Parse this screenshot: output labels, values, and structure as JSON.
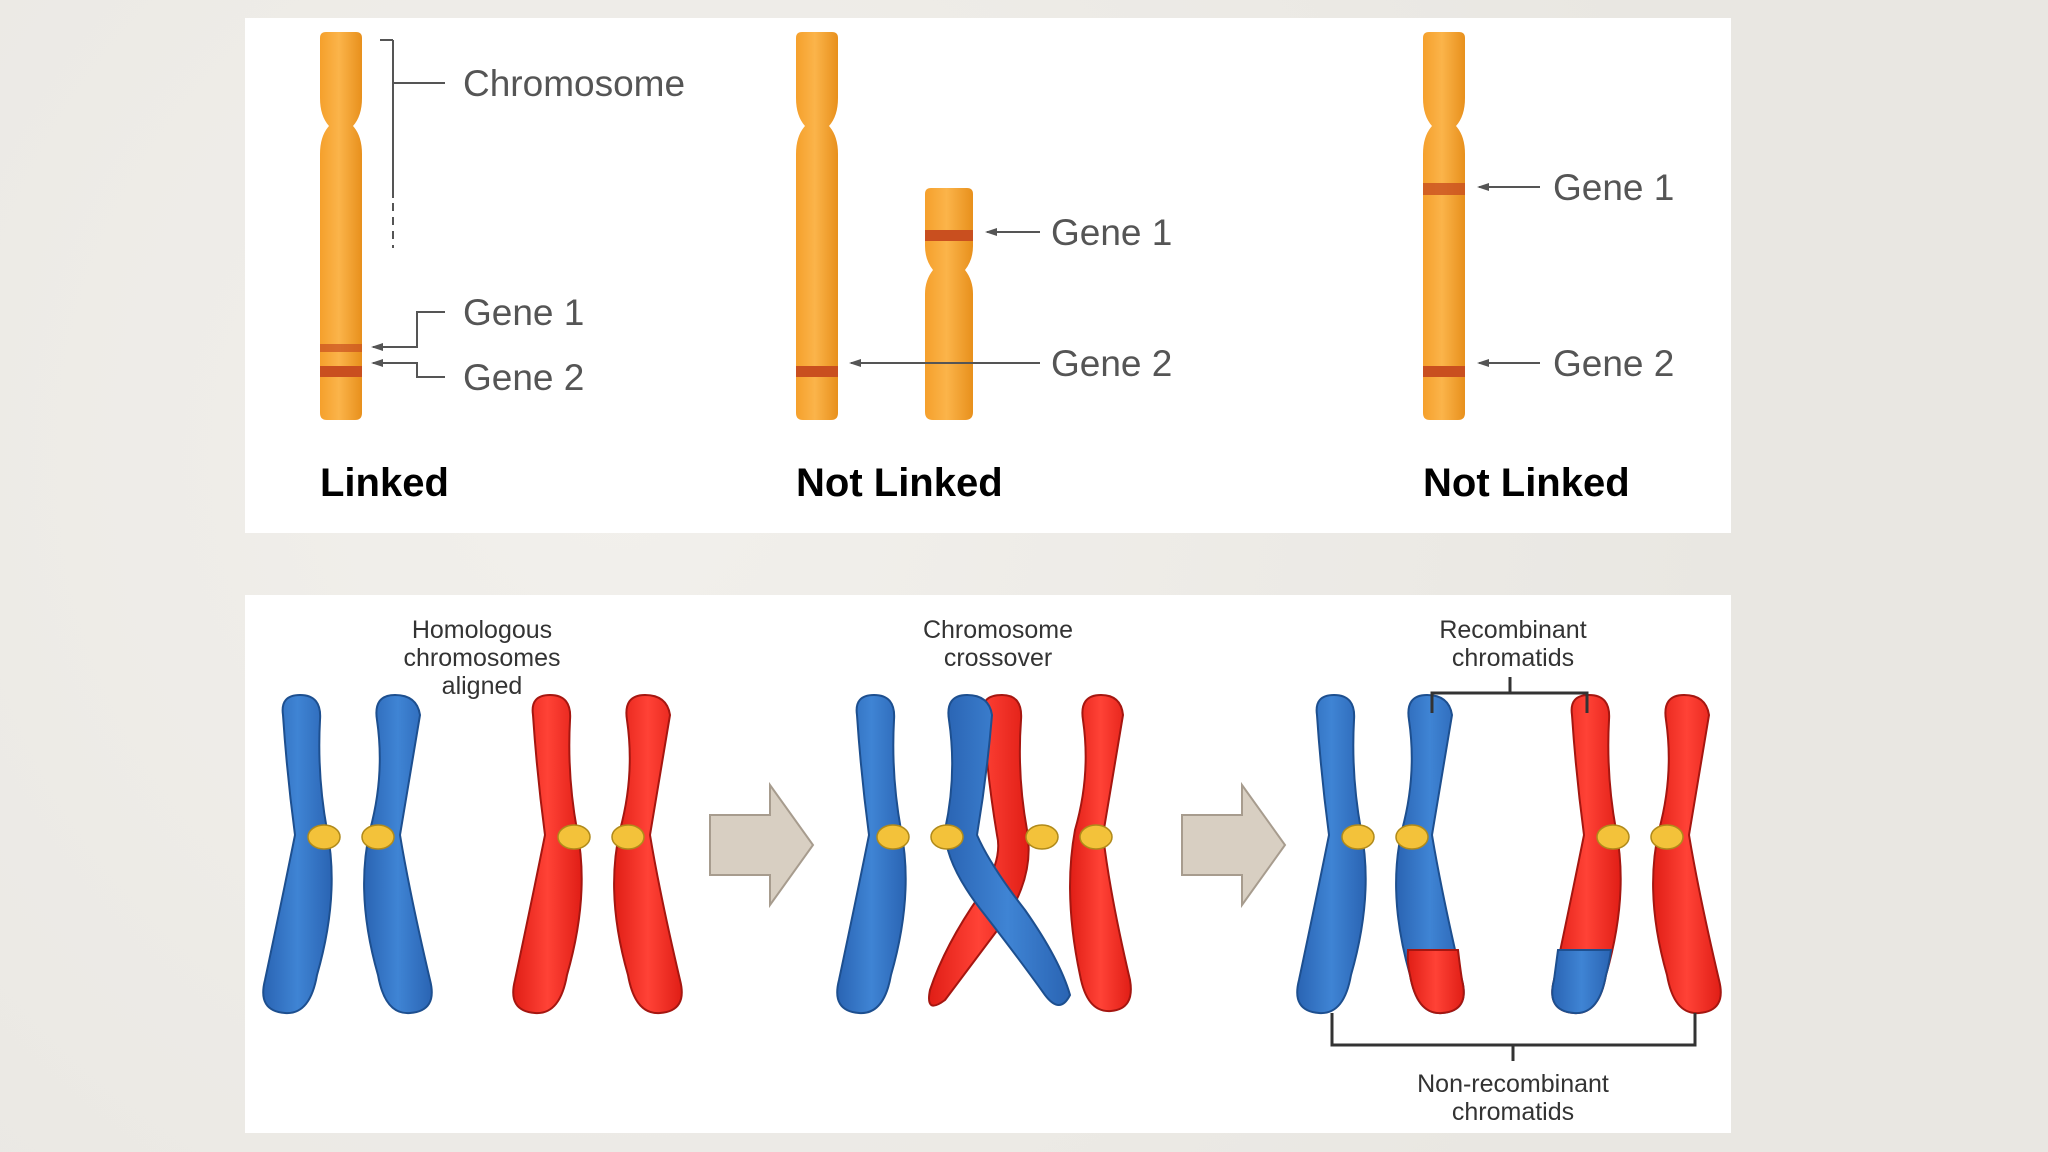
{
  "top": {
    "linked": {
      "chromosome_label": "Chromosome",
      "gene1": "Gene 1",
      "gene2": "Gene 2",
      "title": "Linked"
    },
    "not_linked_a": {
      "gene1": "Gene 1",
      "gene2": "Gene 2",
      "title": "Not Linked"
    },
    "not_linked_b": {
      "gene1": "Gene 1",
      "gene2": "Gene 2",
      "title": "Not Linked"
    }
  },
  "bottom": {
    "homologous": [
      "Homologous",
      "chromosomes",
      "aligned"
    ],
    "crossover": [
      "Chromosome",
      "crossover"
    ],
    "recombinant": [
      "Recombinant",
      "chromatids"
    ],
    "non_recombinant": [
      "Non-recombinant",
      "chromatids"
    ]
  },
  "colors": {
    "chromosome_orange": "#f7a534",
    "gene_band": "#c94f1f",
    "blue": "#2f6fbe",
    "red": "#e8241b",
    "centromere": "#f3c23a",
    "arrow": "#d8cfc2"
  }
}
